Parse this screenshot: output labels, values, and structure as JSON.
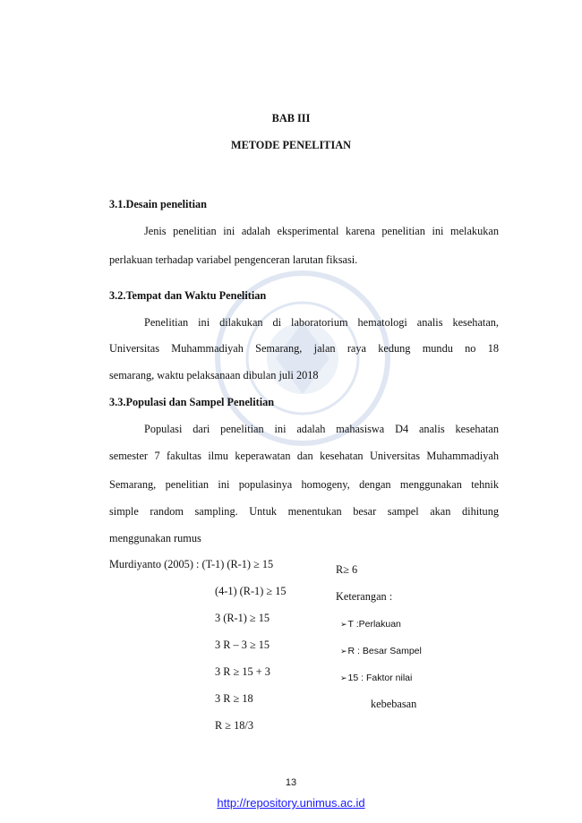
{
  "chapter": {
    "number": "BAB III",
    "title": "METODE PENELITIAN"
  },
  "sections": [
    {
      "heading": "3.1.Desain penelitian",
      "lines": [
        "Jenis penelitian ini adalah eksperimental karena penelitian ini melakukan",
        "perlakuan terhadap variabel pengenceran larutan fiksasi."
      ]
    },
    {
      "heading": "3.2.Tempat dan Waktu Penelitian",
      "lines": [
        "Penelitian ini dilakukan di laboratorium hematologi analis kesehatan,",
        "Universitas Muhammadiyah Semarang, jalan raya kedung mundu no 18",
        "semarang, waktu pelaksanaan dibulan juli 2018"
      ]
    },
    {
      "heading": "3.3.Populasi dan Sampel Penelitian",
      "lines": [
        "Populasi dari penelitian ini adalah mahasiswa D4 analis kesehatan",
        "semester 7 fakultas ilmu keperawatan dan kesehatan Universitas Muhammadiyah",
        "Semarang, penelitian ini populasinya homogeny, dengan menggunakan tehnik",
        "simple random sampling. Untuk menentukan besar sampel akan dihitung",
        "menggunakan rumus"
      ]
    }
  ],
  "formula": {
    "lines": [
      "Murdiyanto (2005) : (T-1) (R-1) ≥ 15",
      "(4-1) (R-1) ≥ 15",
      "3 (R-1) ≥ 15",
      "3 R – 3 ≥ 15",
      "3 R ≥ 15 + 3",
      "3 R ≥ 18",
      "R ≥ 18/3"
    ],
    "result": "R≥ 6",
    "legend_title": "Keterangan :",
    "legend_items": [
      "T :Perlakuan",
      "R : Besar Sampel",
      "15 : Faktor nilai"
    ],
    "legend_continuation": "kebebasan"
  },
  "page_number": "13",
  "footer_url": "http://repository.unimus.ac.id"
}
